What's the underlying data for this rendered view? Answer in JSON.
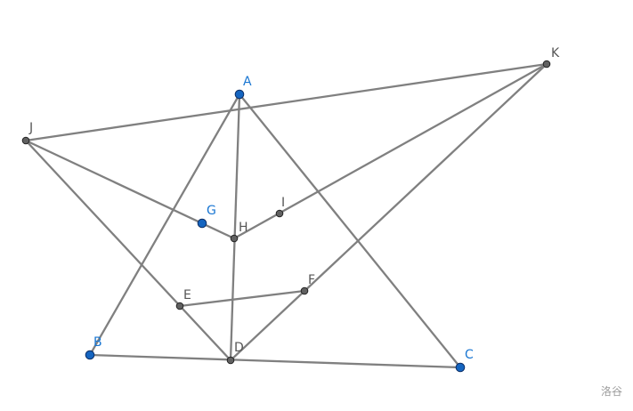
{
  "diagram": {
    "points": {
      "A": {
        "label": "A",
        "kind": "free"
      },
      "B": {
        "label": "B",
        "kind": "free"
      },
      "C": {
        "label": "C",
        "kind": "free"
      },
      "D": {
        "label": "D",
        "kind": "derived"
      },
      "E": {
        "label": "E",
        "kind": "derived"
      },
      "F": {
        "label": "F",
        "kind": "derived"
      },
      "G": {
        "label": "G",
        "kind": "free"
      },
      "H": {
        "label": "H",
        "kind": "derived"
      },
      "I": {
        "label": "I",
        "kind": "derived"
      },
      "J": {
        "label": "J",
        "kind": "derived"
      },
      "K": {
        "label": "K",
        "kind": "derived"
      }
    },
    "segments": [
      [
        "A",
        "B"
      ],
      [
        "A",
        "C"
      ],
      [
        "A",
        "D"
      ],
      [
        "B",
        "C"
      ],
      [
        "J",
        "K"
      ],
      [
        "J",
        "D"
      ],
      [
        "J",
        "H"
      ],
      [
        "H",
        "K"
      ],
      [
        "K",
        "D"
      ],
      [
        "E",
        "F"
      ]
    ],
    "colors": {
      "free_point": "#1565c0",
      "derived_point": "#616161",
      "line": "#808080",
      "free_label": "#1976d2",
      "derived_label": "#555555"
    }
  },
  "watermark": "洛谷"
}
